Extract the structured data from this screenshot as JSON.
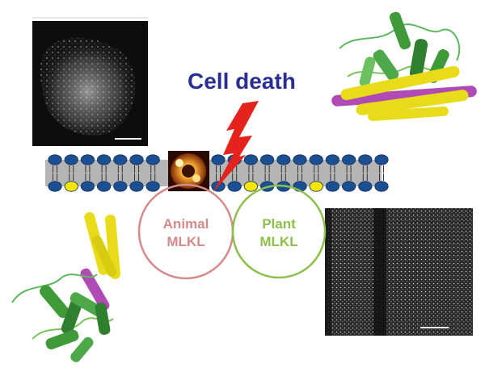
{
  "title": "Cell death",
  "labels": {
    "animal_line1": "Animal",
    "animal_line2": "MLKL",
    "plant_line1": "Plant",
    "plant_line2": "MLKL"
  },
  "colors": {
    "title": "#2a2f8f",
    "animal": "#d58a8a",
    "plant": "#8cc04a",
    "bolt": "#e4231e",
    "lipid_head": "#1c4f92",
    "lipid_yellow": "#f3e600",
    "membrane": "#b5b5b5",
    "helix_yellow": "#e8dc1a",
    "helix_magenta": "#b04ab5",
    "helix_green": "#3f9a3a"
  },
  "icons": [
    "lightning-bolt-icon",
    "membrane-pore-icon"
  ]
}
